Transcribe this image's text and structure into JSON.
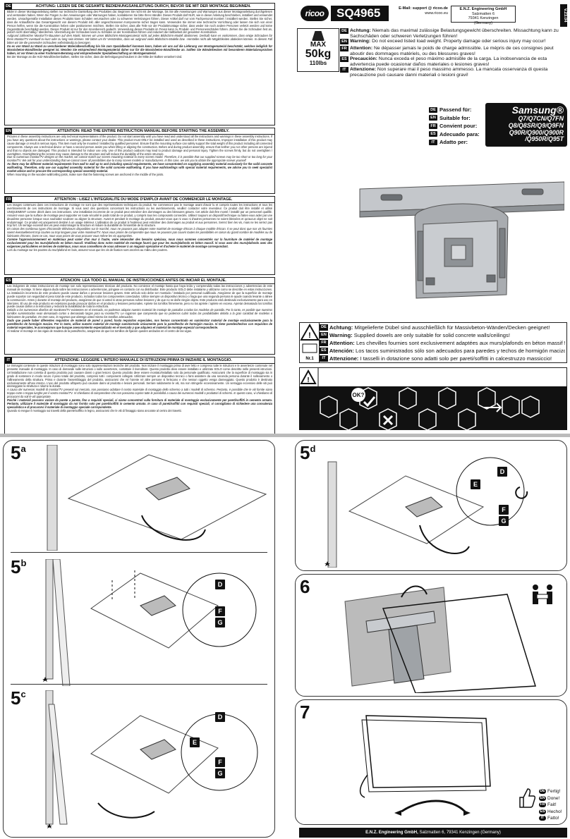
{
  "warnings": [
    {
      "lang": "DE",
      "title": "ACHTUNG: LESEN SIE DIE GESAMTE BEDIENUNGSANLEITUNG DURCH, BEVOR SIE MIT DER MONTAGE BEGINNEN.",
      "body": "Bilder in dieser Montageanleitung stellen nur technische Darstellung des Produktes dar. Beginnen Sie nicht mit der Montage, bis Sie alle Anweisungen und Warnungen aus dieser Montageanleitung durchgelesen und verstanden haben. Wenn Sie Fragen zu den Anweisungen oder Warnungen haben, kontaktieren Sie bitte Ihren Händler. Dieses Produkt darf NUR, wie in dieser Anleitung beschrieben, installiert und verwendet werden. Unsachgemäße Installation dieses Produkts kann Schäden verursachen oder zu schweren Verletzungen führen. Dieser Artikel darf nur vom Fachpersonal montiert / installiert werden. Stellen Sie sicher, dass die Anbaufläche das Gesamtgewicht von diesem Produkt inkl. aller angeschlossenen Komponente sicher tragen kann. Verwenden Sie immer eine technische Vorrichtung oder lassen Sie sich von einer Person helfen, wenn Sie die Konstruktion heben oder positionieren möchten. Stellen Sie sicher, dass alle Teile vor der Produktmontage sicher, dass weder Sie noch andere Personen verletzt werden und keine Gegenstände beschädigt werden. Dieses Produkt ist nur für den Innenbereich gedacht. Verwendung dieses Produkts im Freien kann zu Produkt- und Personenschäden führen. Ziehen Sie die Schrauben fest an, jedoch nicht übermäßig / überdrehen. Überziehung der Schrauben kann zu Schäden an der Konstruktion führen und reduziert die Haltbarkeit der gesamten Konstruktion.",
      "notes": [
        "Aufgrund zahlreicher Monitor/TV-Bauarten auf dem Markt, können wir unser Bildschirm-Montagematerial nicht auf jedes Bildschirm-Modell abstimmen. Deshalb kann es vorkommen, dass einige Schrauben für Ihren Monitor/TV eventuell zu kurz oder zu lang sein können. Wir bitten um Ihr Verständnis, dass wir aufgrund vieler Bildschirm-Modelle bzw. -Hersteller nicht alle Möglichkeiten abdecken können. In diesem Fall bitten wir Sie die passenden Schrauben selbstständig zu besorgen.",
        "Da es von Wand zu Wand zu verschiedener Materialbeschaffung bis hin zum Spezialbedarf kommen kann, haben wir uns auf die Lieferung von Montagematerial beschränkt, welches lediglich für Massivbeton-Wand/Decke geeignet ist. Wenden Sie entsprechend Montagematerial daher nur für die Massivbeton-Wand/Decke an. Sollten Sie Wände/Decken mit besonderen Materialansprüchen haben, ist vor Ihnen zu einer Fachmann-Beratung und entsprechender Spezialbeschaffung an Montagematerial."
      ],
      "tail": "Bei der Montage an die Holz-Wand/Deckenbalken, stellen Sie sicher, dass die Befestigungsschrauben in der Mitte der Balken verankert sind."
    },
    {
      "lang": "EN",
      "title": "ATTENTION: READ THE ENTIRE INSTRUCTION MANUAL BEFORE STARTING THE ASSEMBLY.",
      "body": "Pictures in these assembly instructions are only technical representations of the product. Do not start assembly until you have read and understood all the instructions and warnings in these assembly instructions. If you have any questions about the instructions or warnings, please contact your dealer. This product must ONLY be installed and used as described in these instructions. Improper installation of this product may cause damage or result in serious injury. This item must only be mounted / installed by qualified personnel. Ensure that the mounting surface can safely support the total weight of this product including all connected components. Always use a technical device or have a second person assist you when lifting or aligning the construction. Before and during product assembly, ensure that neither you nor other persons are injured and that no objects are damaged. This product is intended for indoor use only. Use of this product outdoors may lead to product damage and personal injury. Tighten the screws firmly, but do not overtighten / overtighten. Overtightening the screws may cause damage to the structure and will reduce the durability of the entire structure.",
      "notes": [
        "Due to numerous monitor/TV designs on the market, we cannot match our screen mounting material to every screen model. Therefore, it is possible that our supplied screws may be too short or too long for your monitor/TV. We ask for your understanding that we cannot cover all possibilities due to many screen models or manufacturers. In this case, we ask you to obtain the appropriate screws yourself.",
        "As there may be different material requirements from wall to wall up to and including special requirements, we have concentrated on supplying assembly material exclusively for the solid concrete wall/ceiling. Therefore, only use our supplied assembly material for the solid concrete wall/ceiling. If you have walls/ceilings with special material requirements, we advise you to seek specialist market advice and to procure the corresponding special assembly material."
      ],
      "tail": "When mounting on the wooden wall/ceiling joists, make sure that the fastening screws are anchored in the middle of the joists."
    },
    {
      "lang": "FR",
      "title": "ATTENTION : LISEZ L'INTÉGRALITÉ DU MODE D'EMPLOI AVANT DE COMMENCER LE MONTAGE.",
      "body": "Les images contenues dans ces instructions de montage ne sont que des représentations techniques du produit. Ne commencez pas le montage avant d'avoir lu et compris toutes les instructions et tous les avertissements de ces instructions de montage. Si vous avez des questions concernant les instructions ou les avertissements, veuillez contacter votre revendeur. Ce produit doit être installé et utilisé UNIQUEMENT comme décrit dans ces instructions. Une installation incorrecte de ce produit peut entraîner des dommages ou des blessures graves. Cet article doit être monté / installé par un personnel qualifié. Assurez-vous que la surface de montage peut supporter en toute sécurité le poids total de ce produit, y compris tous les composants connectés. Utilisez toujours un dispositif technique ou faites-vous aider par une deuxième personne lorsque vous souhaitez soulever ou aligner la structure. Avant et pendant le montage du produit, assurez-vous que ni vous ni d'autres personnes ne soient blessées et qu'aucun objet ne soit endommagé. Ce produit est uniquement destiné à un usage intérieur. L'utilisation de ce produit à l'extérieur peut entraîner des dommages au produit et aux personnes. Serrez bien les vis, mais ne les serrez pas trop fort. Un serrage excessif des vis peut endommager la structure et réduire la durabilité de l'ensemble de la structure.",
      "notes": [
        "En raison des nombreux types d'écrans/de téléviseurs disponibles sur le marché, nous ne pouvons pas adapter notre matériel de montage d'écran à chaque modèle d'écran. Il se peut donc que nos vis fournies soient éventuellement trop courtes ou trop longues pour votre moniteur/TV. Nous vous prions de comprendre que nous ne pouvons pas couvrir toutes les possibilités en raison du grand nombre de modèles ou de fabricants d'écrans. Dans ce cas, nous vous prions de vous procurer vous-même les vis appropriées.",
        "Comme l'approvisionnement en matériaux peut varier d'un mur à l'autre, voire nécessiter des besoins spéciaux, nous nous sommes concentrés sur la fourniture de matériel de montage exclusivement pour les murs/plafonds en béton massif. N'utilisez donc notre matériel de montage fourni que pour les murs/plafonds en béton massif. Si vous avez des murs/plafonds avec des exigences particulières en termes de matériaux, nous vous conseillons de vous adresser à un magasin spécialisé et d'acheter le matériel de montage correspondant."
      ],
      "tail": "Lors du montage sur les poutres du mur/plafond en bois, assurez-vous que les vis de fixation sont ancrées au milieu des poutres."
    },
    {
      "lang": "ES",
      "title": "ATENCIÓN: LEA TODO EL MANUAL DE INSTRUCCIONES ANTES DE INICIAR EL MONTAJE.",
      "body": "Las imágenes de estas instrucciones de montaje son solo representaciones técnicas del producto. No comience el montaje hasta que haya leído y comprendido todas las instrucciones y advertencias de este manual de montaje. Si tiene alguna duda sobre las instrucciones o advertencias, póngase en contacto con su distribuidor. Este producto SOLO debe instalarse y utilizarse como se describe en estas instrucciones. La instalación incorrecta de este producto puede causar daños o provocar lesiones graves. Este artículo solo debe ser montado / instalado por personal cualificado. Asegúrese de que la superficie de montaje puede soportar con seguridad el peso total de este producto, incluidos todos los componentes conectados. Utilice siempre un dispositivo técnico o haga que una segunda persona le ayude cuando levante o alinee la construcción. Antes y durante el montaje del producto, asegúrese de que ni usted ni otras personas sufran lesiones y de que no se dañe ningún objeto. Este producto está destinado exclusivamente para uso en interiores. El uso de este producto en exteriores puede provocar daños en el producto y lesiones personales. Apriete los tornillos firmemente, pero no los apriete / apriete en exceso. Apretar demasiado los tornillos puede causar daños a la estructura y reducirá la durabilidad de toda la estructura.",
      "notes": [
        "Debido a los numerosos diseños de monitores/TV existentes en el mercado, no podemos adaptar nuestro material de montaje de pantallas a todos los modelos de pantalla. Por lo tanto, es posible que nuestros tornillos suministrados sean demasiado cortos o demasiado largos para su monitor/TV. Le rogamos que comprenda que no podemos cubrir todas las posibilidades debido a la gran cantidad de modelos o fabricantes de pantallas. En este caso, le rogamos que obtenga usted mismo los tornillos adecuados.",
        "Dado que puede haber diferentes requisitos de material de pared a pared, hasta requisitos especiales, nos hemos concentrado en suministrar material de montaje exclusivamente para la pared/techo de hormigón macizo. Por lo tanto, utilice nuestro material de montaje suministrado únicamente para la pared/techo de hormigón macizo. Si tiene paredes/techos con requisitos de material especiales, le aconsejamos que busque asesoramiento especializado en el mercado y que adquiera el material de montaje especial correspondiente."
      ],
      "tail": "Al realizar el montaje en las vigas de madera de la pared/techo, asegúrese de que los tornillos de fijación queden anclados en el centro de las vigas."
    },
    {
      "lang": "IT",
      "title": "ATTENZIONE: LEGGERE L'INTERO MANUALE DI ISTRUZIONI PRIMA DI INIZIARE IL MONTAGGIO.",
      "body": "Le immagini contenute in queste istruzioni di montaggio sono solo rappresentazioni tecniche del prodotto. Non iniziare il montaggio prima di aver letto e compreso tutte le istruzioni e le avvertenze contenute nel presente manuale di montaggio. In caso di domande sulle istruzioni o sulle avvertenze, contattare il rivenditore. Questo prodotto deve essere installato e utilizzato SOLO come descritto nelle presenti istruzioni. Un'installazione non corretta di questo prodotto può causare danni o gravi lesioni. Questo prodotto deve essere montato/installato solo da personale qualificato. Assicurarsi che la superficie di montaggio sia in grado di sostenere in modo sicuro il peso totale del prodotto, compresi tutti i componenti collegati. Utilizzare sempre un dispositivo tecnico o farsi assistere da una seconda persona durante il sollevamento o l'allineamento della struttura. Prima e durante l'assemblaggio del prodotto, assicurarsi che né l'utente né altre persone si feriscano e che nessun oggetto venga danneggiato. Questo prodotto è destinato esclusivamente all'uso interno. L'uso del prodotto all'aperto può causare danni al prodotto e lesioni personali. Serrare saldamente le viti, ma non stringerle eccessivamente. Un serraggio eccessivo delle viti può danneggiare la struttura e ridurne la durata.",
      "notes": [
        "A causa dei numerosi modelli di monitor/TV presenti sul mercato, non possiamo adattare il nostro materiale di montaggio dello schermo a tutti i modelli di schermo. Pertanto, è possibile che le viti fornite siano troppo corte o troppo lunghe per il vostro monitor/TV. Vi chiediamo di comprendere che non possiamo coprire tutte le possibilità a causa dei numerosi modelli o produttori di schermi. In questo caso, vi chiediamo di procurarvi da soli le viti appropriate.",
        "Poiché i materiali possono variare da parete a parete, fino a requisiti speciali, ci siamo concentrati sulla fornitura di materiale di montaggio esclusivamente per pareti/soffitti in cemento armato. Pertanto, utilizzare il materiale di montaggio da noi fornito solo per pareti/soffitti in cemento armato. In caso di pareti/soffitti con requisiti speciali, vi consigliamo di richiedere una consulenza specialistica e di procurarvi il materiale di montaggio speciale corrispondente."
      ],
      "tail": "Quando si esegue il montaggio sui travetti della parete/soffitto in legno, assicurarsi che le viti di fissaggio siano ancorate al centro dei travetti."
    }
  ],
  "header": {
    "logo": "ricoo",
    "model": "SQ4965",
    "email": "E-Mail: support @ ricoo.de",
    "web": "www.ricoo.eu",
    "company_name": "E.N.Z. Engineering GmbH",
    "company_street": "Salzmatten 6",
    "company_city": "79341 Kenzingen",
    "company_country": "(Germany)",
    "version": "v.23.04"
  },
  "load": {
    "max": "MAX",
    "weight": "50kg",
    "weight_lbs": "110lbs",
    "rows": [
      {
        "lang": "DE",
        "label": "Achtung:",
        "text": "Niemals das maximal zulässige Belastungsgewicht überschreiten. Missachtung kann zu Sachschäden oder schweren Verletzungen führen!"
      },
      {
        "lang": "EN",
        "label": "Warning:",
        "text": "Do not exceed listed load weight. Property damage oder serious injury may occur!"
      },
      {
        "lang": "FR",
        "label": "Attention:",
        "text": "Ne dépasser jamais le poids de charge admissible. Le mépris de ces consignes peut aboutir des dommages matériels, ou des blessures graves!"
      },
      {
        "lang": "ES",
        "label": "Precaución:",
        "text": "Nunca exceda el peso máximo admisible de la carga. La inobservancia de esta advertencia puede ocasionar daños materiales o lesiones graves!"
      },
      {
        "lang": "IT",
        "label": "Attenzione:",
        "text": "Non superare mai il peso massimo ammesso. La mancata osservanza di questa precauzione può causare danni materiali o lesioni gravi!"
      }
    ]
  },
  "compat": {
    "rows": [
      {
        "lang": "DE",
        "label": "Passend für:"
      },
      {
        "lang": "EN",
        "label": "Suitable for:"
      },
      {
        "lang": "FR",
        "label": "Convient pour:"
      },
      {
        "lang": "ES",
        "label": "Adecuado para:"
      },
      {
        "lang": "IT",
        "label": "Adatto per:"
      }
    ],
    "brand": "Samsung®",
    "models": [
      "Q7/Q7CN/Q7FN",
      "Q8/Q8SR/Q9/Q9FN",
      "Q90R/Q900/Q900R",
      "/Q950R/Q95T"
    ]
  },
  "dowel": {
    "icon_label": "Nr.1",
    "rows": [
      {
        "lang": "DE",
        "label": "Achtung:",
        "text": "Mitgelieferte Dübel sind ausschließlich für Massivbeton-Wänden/Decken geeignet!"
      },
      {
        "lang": "EN",
        "label": "Warning:",
        "text": "Supplied dowels are only suitable for solid concrete walls/ceilings!"
      },
      {
        "lang": "FR",
        "label": "Attention:",
        "text": "Les chevilles fournies sont exclusivement adaptées aux murs/plafonds en béton massif !"
      },
      {
        "lang": "ES",
        "label": "Atención:",
        "text": "Los tacos suministrados sólo son adecuados para paredes y techos de hormigón macizo."
      },
      {
        "lang": "IT",
        "label": "Attenzione:",
        "text": "I tasselli in dotazione sono adatti solo per pareti/soffitti in calcestruzzo massiccio!"
      }
    ]
  },
  "strip": {
    "ok_label": "OK?"
  },
  "steps": {
    "s5a": "5",
    "s5a_sup": "a",
    "s5b": "5",
    "s5b_sup": "b",
    "s5c": "5",
    "s5c_sup": "c",
    "s5d": "5",
    "s5d_sup": "d",
    "s6": "6",
    "s7": "7",
    "tag_d": "D",
    "tag_e": "E",
    "tag_f": "F",
    "tag_g": "G"
  },
  "done": [
    {
      "lang": "DE",
      "text": "Fertig!"
    },
    {
      "lang": "EN",
      "text": "Done!"
    },
    {
      "lang": "FR",
      "text": "Fait!"
    },
    {
      "lang": "ES",
      "text": "Hecho!"
    },
    {
      "lang": "IT",
      "text": "Fatto!"
    }
  ],
  "footer": {
    "company": "E.N.Z. Engineering GmbH,",
    "address": "Salzmatten 6, 79341 Kenzingen (Germany)"
  }
}
